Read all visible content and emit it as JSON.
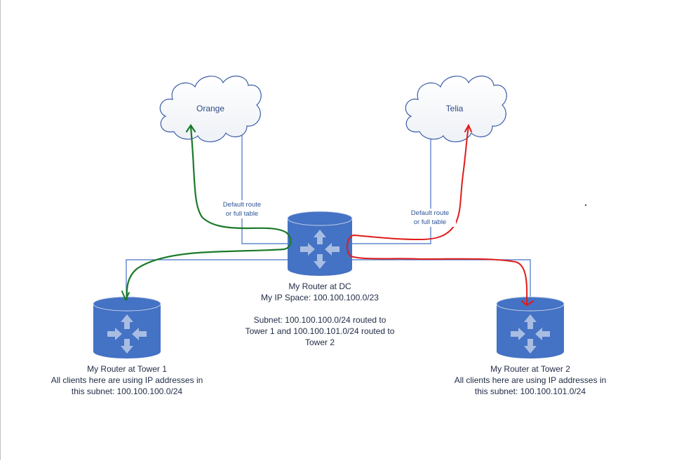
{
  "diagram": {
    "clouds": [
      {
        "id": "orange",
        "label": "Orange"
      },
      {
        "id": "telia",
        "label": "Telia"
      }
    ],
    "links": [
      {
        "from": "dc-router",
        "to": "orange",
        "label_line1": "Default route",
        "label_line2": "or full table"
      },
      {
        "from": "dc-router",
        "to": "telia",
        "label_line1": "Default route",
        "label_line2": "or full table"
      },
      {
        "from": "dc-router",
        "to": "tower1-router"
      },
      {
        "from": "dc-router",
        "to": "tower2-router"
      }
    ],
    "routers": {
      "dc": {
        "title": "My Router at DC",
        "ip_space": "My IP Space: 100.100.100.0/23",
        "subnet_line1": "Subnet: 100.100.100.0/24 routed to",
        "subnet_line2": "Tower 1 and  100.100.101.0/24 routed to",
        "subnet_line3": "Tower 2"
      },
      "tower1": {
        "title": "My Router at Tower 1",
        "line2": "All clients here are using IP addresses in",
        "line3": "this subnet: 100.100.100.0/24"
      },
      "tower2": {
        "title": "My Router at Tower 2",
        "line2": "All clients here are using IP addresses in",
        "line3": "this subnet: 100.100.101.0/24"
      }
    },
    "annotations": [
      {
        "color": "#1a7a2a",
        "path": "Tower 1 -> DC -> Orange"
      },
      {
        "color": "#e01b1b",
        "path": "Telia -> DC -> Tower 2"
      }
    ],
    "colors": {
      "router_fill": "#4472c4",
      "router_arrow": "#a9bde3",
      "link": "#4472c4",
      "cloud_stroke": "#3b5ea8",
      "green_annotation": "#1a7a2a",
      "red_annotation": "#e01b1b"
    }
  }
}
